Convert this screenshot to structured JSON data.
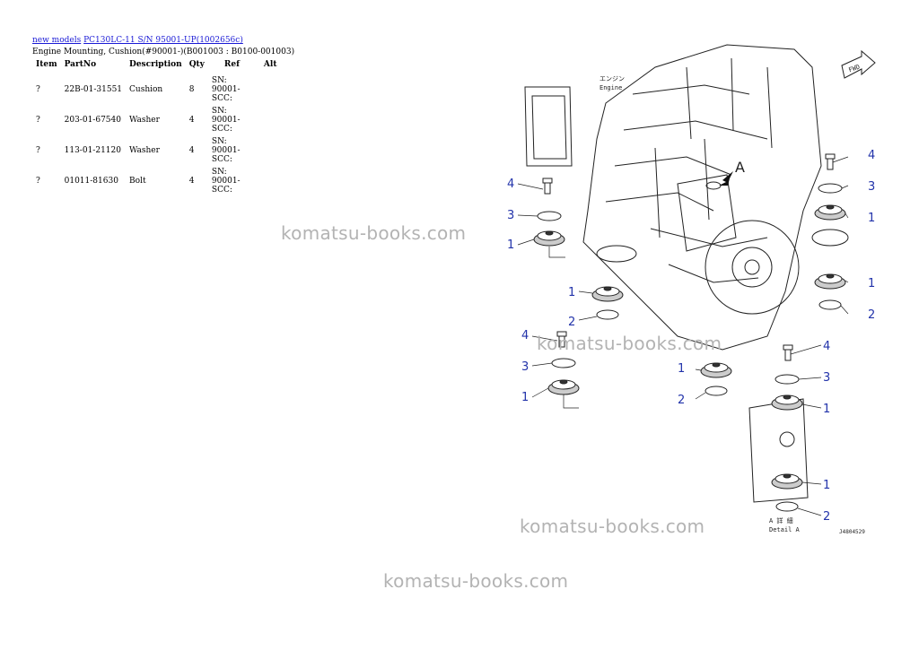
{
  "breadcrumb": {
    "link1": "new models",
    "link2": "PC130LC-11 S/N 95001-UP(1002656c)"
  },
  "title": "Engine Mounting, Cushion(#90001-)(B001003 : B0100-001003)",
  "table": {
    "headers": {
      "item": "Item",
      "partno": "PartNo",
      "description": "Description",
      "qty": "Qty",
      "ref": "Ref",
      "alt": "Alt"
    },
    "rows": [
      {
        "item": "?",
        "partno": "22B-01-31551",
        "description": "Cushion",
        "qty": "8",
        "ref1": "SN: 90001-",
        "ref2": "SCC:",
        "alt": ""
      },
      {
        "item": "?",
        "partno": "203-01-67540",
        "description": "Washer",
        "qty": "4",
        "ref1": "SN: 90001-",
        "ref2": "SCC:",
        "alt": ""
      },
      {
        "item": "?",
        "partno": "113-01-21120",
        "description": "Washer",
        "qty": "4",
        "ref1": "SN: 90001-",
        "ref2": "SCC:",
        "alt": ""
      },
      {
        "item": "?",
        "partno": "01011-81630",
        "description": "Bolt",
        "qty": "4",
        "ref1": "SN: 90001-",
        "ref2": "SCC:",
        "alt": ""
      }
    ]
  },
  "watermark": "komatsu-books.com",
  "diagram": {
    "engine_label_jp": "エンジン",
    "engine_label": "Engine",
    "fwd": "FWD",
    "detail_marker": "A",
    "detail_label_jp": "A 詳 細",
    "detail_label": "Detail A",
    "drawing_no": "J4804529",
    "callouts": [
      "1",
      "2",
      "3",
      "4"
    ]
  }
}
